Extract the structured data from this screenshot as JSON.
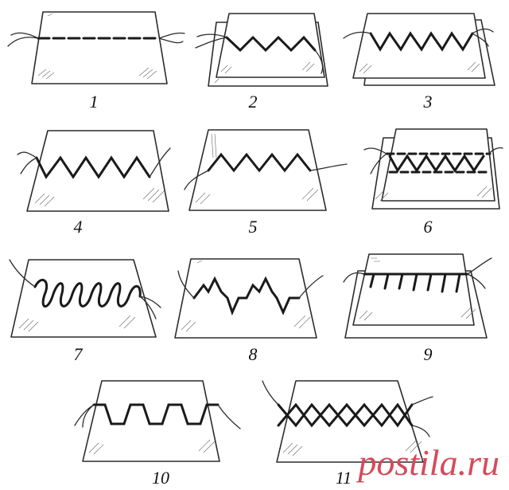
{
  "figure": {
    "labels": [
      "1",
      "2",
      "3",
      "4",
      "5",
      "6",
      "7",
      "8",
      "9",
      "10",
      "11"
    ]
  },
  "watermark": {
    "brand": "postila.ru",
    "color": "#d64a5a"
  },
  "colors": {
    "ink": "#1a1a1a",
    "paper": "#ffffff"
  }
}
